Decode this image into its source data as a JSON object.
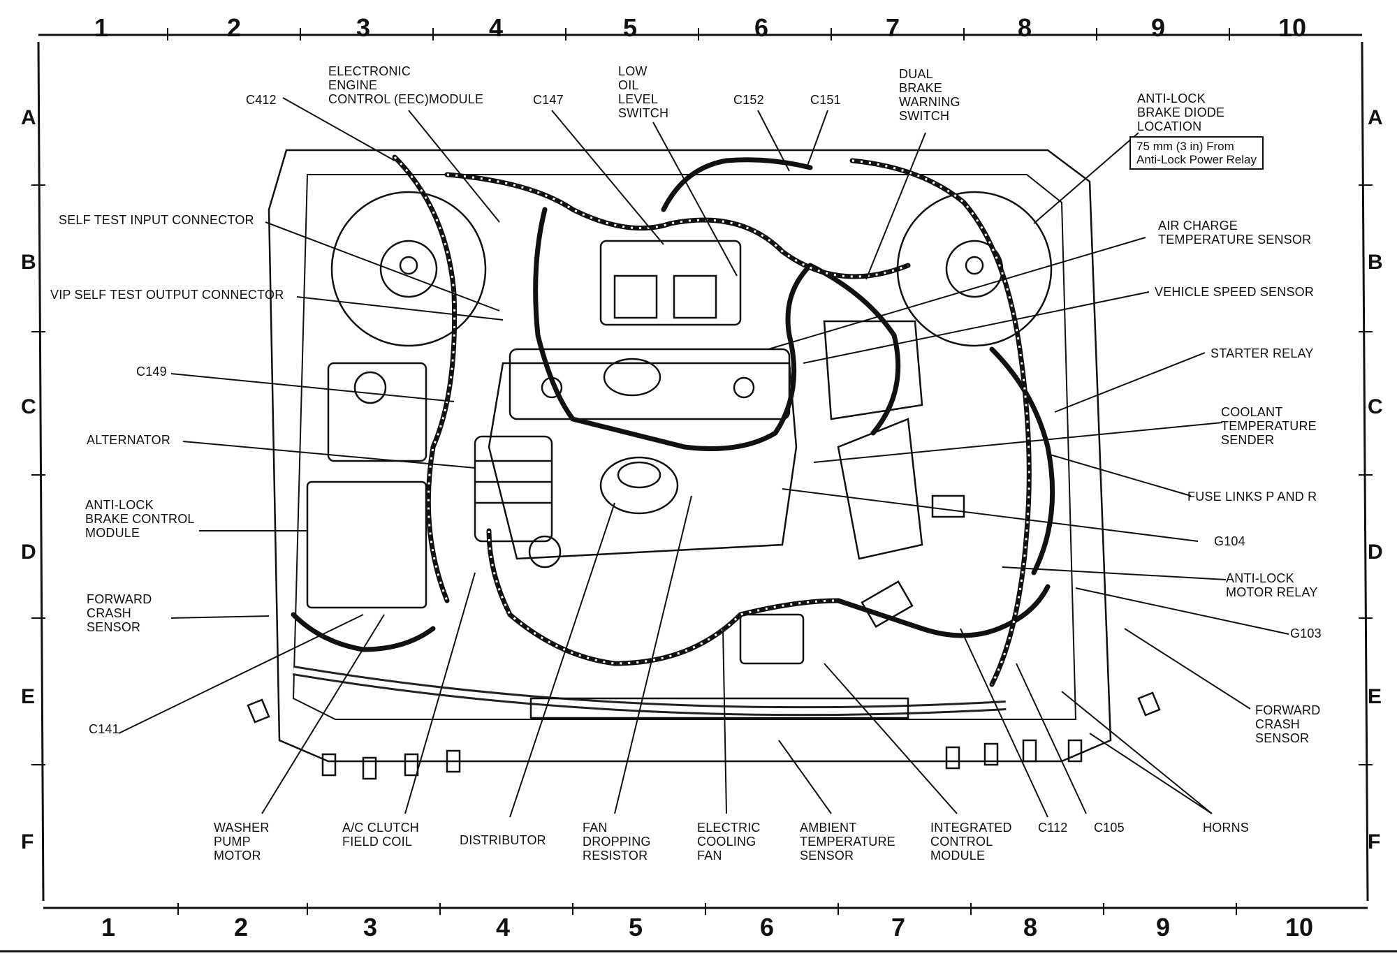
{
  "grid": {
    "columns": [
      "1",
      "2",
      "3",
      "4",
      "5",
      "6",
      "7",
      "8",
      "9",
      "10"
    ],
    "rows": [
      "A",
      "B",
      "C",
      "D",
      "E",
      "F"
    ]
  },
  "labels": {
    "c412": "C412",
    "eec": "ELECTRONIC\nENGINE\nCONTROL (EEC)MODULE",
    "c147": "C147",
    "low_oil": "LOW\nOIL\nLEVEL\nSWITCH",
    "c152": "C152",
    "c151": "C151",
    "dual_brake": "DUAL\nBRAKE\nWARNING\nSWITCH",
    "antilock_diode": "ANTI-LOCK\nBRAKE DIODE\nLOCATION",
    "antilock_note": "75 mm (3 in) From\nAnti-Lock Power Relay",
    "self_test_input": "SELF TEST INPUT CONNECTOR",
    "vip_self_test": "VIP SELF TEST OUTPUT CONNECTOR",
    "c149": "C149",
    "alternator": "ALTERNATOR",
    "antilock_brake_module": "ANTI-LOCK\nBRAKE CONTROL\nMODULE",
    "forward_crash_left": "FORWARD\nCRASH\nSENSOR",
    "c141": "C141",
    "washer_pump": "WASHER\nPUMP\nMOTOR",
    "ac_clutch": "A/C CLUTCH\nFIELD COIL",
    "distributor": "DISTRIBUTOR",
    "fan_resistor": "FAN\nDROPPING\nRESISTOR",
    "electric_fan": "ELECTRIC\nCOOLING\nFAN",
    "ambient_temp": "AMBIENT\nTEMPERATURE\nSENSOR",
    "integrated_control": "INTEGRATED\nCONTROL\nMODULE",
    "c112": "C112",
    "c105": "C105",
    "horns": "HORNS",
    "air_charge": "AIR CHARGE\nTEMPERATURE SENSOR",
    "vehicle_speed": "VEHICLE SPEED SENSOR",
    "starter_relay": "STARTER RELAY",
    "coolant_sender": "COOLANT\nTEMPERATURE\nSENDER",
    "fuse_links": "FUSE LINKS P AND R",
    "g104": "G104",
    "antilock_motor_relay": "ANTI-LOCK\nMOTOR RELAY",
    "g103": "G103",
    "forward_crash_right": "FORWARD\nCRASH\nSENSOR"
  }
}
